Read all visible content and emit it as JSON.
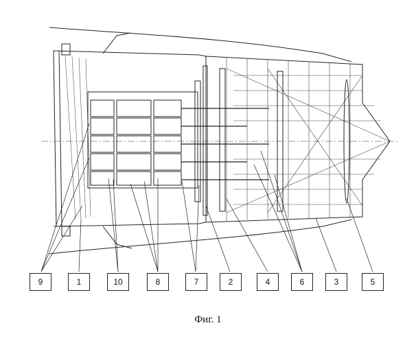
{
  "figure": {
    "caption": "Фиг. 1",
    "labels": [
      "9",
      "1",
      "10",
      "8",
      "7",
      "2",
      "4",
      "6",
      "3",
      "5"
    ]
  }
}
